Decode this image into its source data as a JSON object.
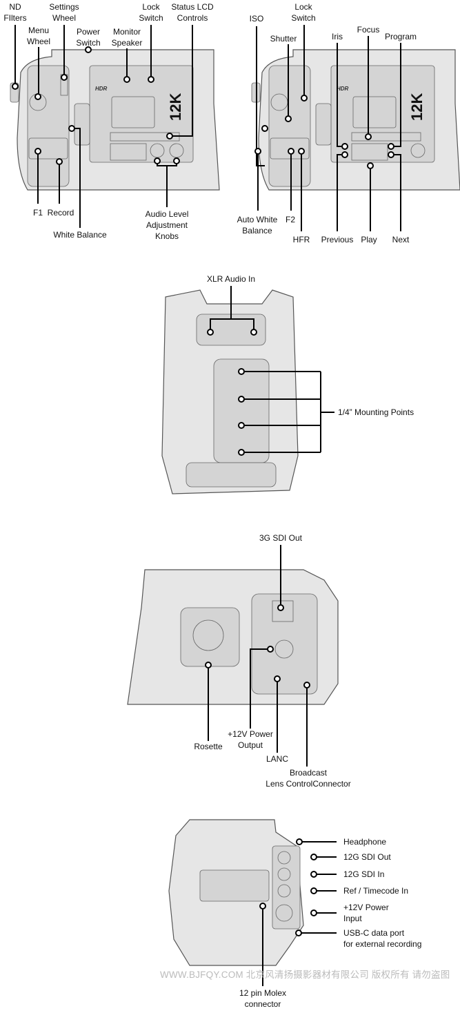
{
  "front_left": {
    "nd_filters": "ND\nFIlters",
    "menu_wheel": "Menu\nWheel",
    "settings_wheel": "Settings\nWheel",
    "power_switch": "Power\nSwitch",
    "monitor_speaker": "Monitor\nSpeaker",
    "lock_switch": "Lock\nSwitch",
    "status_lcd": "Status LCD\nControls",
    "f1": "F1",
    "record": "Record",
    "white_balance": "White Balance",
    "audio_knobs": "Audio Level\nAdjustment\nKnobs",
    "camera_badge": "12K",
    "hdr_badge": "HDR"
  },
  "front_right": {
    "iso": "ISO",
    "lock_switch": "Lock\nSwitch",
    "shutter": "Shutter",
    "iris": "Iris",
    "focus": "Focus",
    "program": "Program",
    "auto_white_balance": "Auto White\nBalance",
    "f2": "F2",
    "hfr": "HFR",
    "previous": "Previous",
    "play": "Play",
    "next": "Next",
    "camera_badge": "12K",
    "hdr_badge": "HDR"
  },
  "bottom_view": {
    "xlr_audio_in": "XLR Audio In",
    "mounting_points": "1/4” Mounting Points"
  },
  "side_view": {
    "sdi_3g_out": "3G SDI Out",
    "power_output": "+12V Power\nOutput",
    "rosette": "Rosette",
    "lanc": "LANC",
    "lens_control": "Broadcast\nLens ControlConnector"
  },
  "rear_view": {
    "headphone": "Headphone",
    "sdi_12g_out": "12G SDI Out",
    "sdi_12g_in": "12G SDI In",
    "ref_timecode": "Ref / Timecode In",
    "power_input": "+12V Power\nInput",
    "usb_c": "USB-C data port\nfor external recording",
    "molex": "12 pin Molex\nconnector"
  },
  "watermark": "WWW.BJFQY.COM 北京风清扬摄影器材有限公司 版权所有 请勿盗图"
}
